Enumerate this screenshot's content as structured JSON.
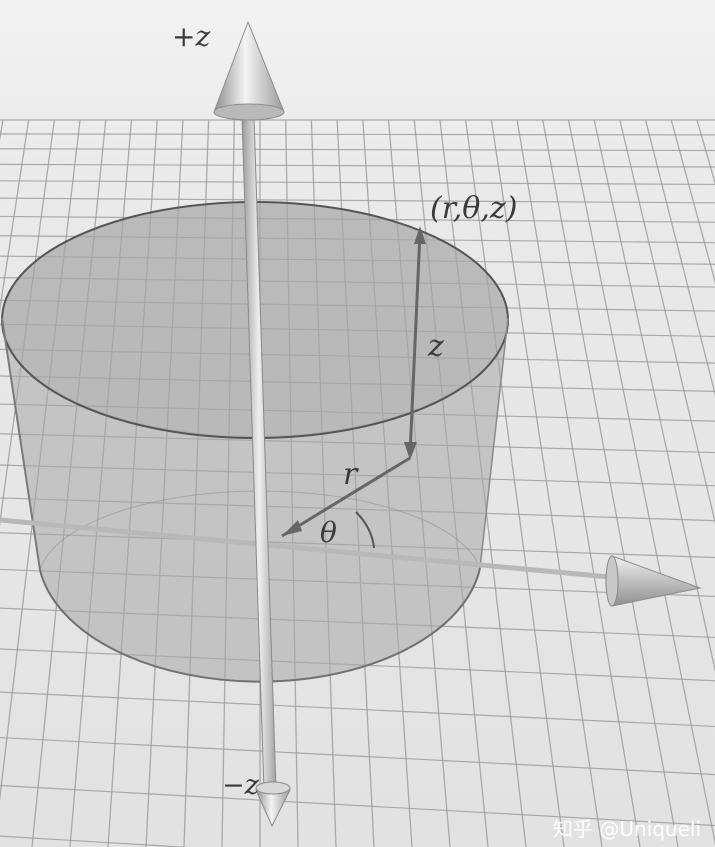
{
  "labels": {
    "plus_z": "+z",
    "minus_z": "−z",
    "point": "(r,θ,z)",
    "z": "z",
    "r": "r",
    "theta": "θ"
  },
  "watermark": "知乎 @Uniqueli",
  "colors": {
    "background": "#e9e9e9",
    "grid": "#9a9a9a",
    "cylinder_fill": "#a8a8a8",
    "cylinder_edge": "#555555",
    "axis": "#b5b5b5",
    "text": "#3a3a3a"
  }
}
